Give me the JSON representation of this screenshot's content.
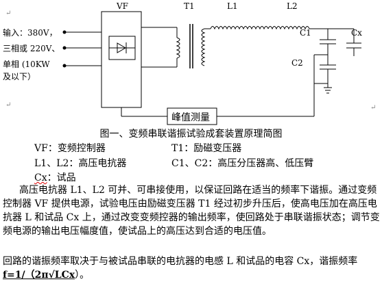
{
  "diagram": {
    "vf_label": "VF",
    "t1_label": "T1",
    "l1_label": "L1",
    "l2_label": "L2",
    "c1_label": "C1",
    "c2_label": "C2",
    "cx_label": "Cx",
    "input_line1": "输入：380V，",
    "input_line2": "三相或 220V、",
    "input_line3": "单相 (10KW",
    "input_line4": "及以下）",
    "peak_label": "峰值测量"
  },
  "caption": "图一、变频串联谐振试验成套装置原理简图",
  "legend": {
    "vf": "VF：变频控制器",
    "t1": "T1：励磁变压器",
    "l": "L1、L2：高压电抗器",
    "c": "C1、C2：高压分压器高、低压臂",
    "cx": "试品",
    "cx_prefix": "Cx"
  },
  "paragraph1": "高压电抗器 L1、L2 可并、可串接使用，以保证回路在适当的频率下谐振。通过变频控制器 VF 提供电源，试验电压由励磁变压器 T1 经过初步升压后，使高电压加在高压电抗器 L 和试品 Cx 上，通过改变变频控器的输出频率，使回路处于串联谐振状态；调节变频电源的输出电压幅度值，使试品上的高压达到合适的电压值。",
  "paragraph2_text": "回路的谐振频率取决于与被试品串联的电抗器的电感 L 和试品的电容 Cx，谐振频率",
  "formula": {
    "prefix": "f=1/（2π",
    "sqrt": "√LCx",
    "suffix": "）。"
  }
}
